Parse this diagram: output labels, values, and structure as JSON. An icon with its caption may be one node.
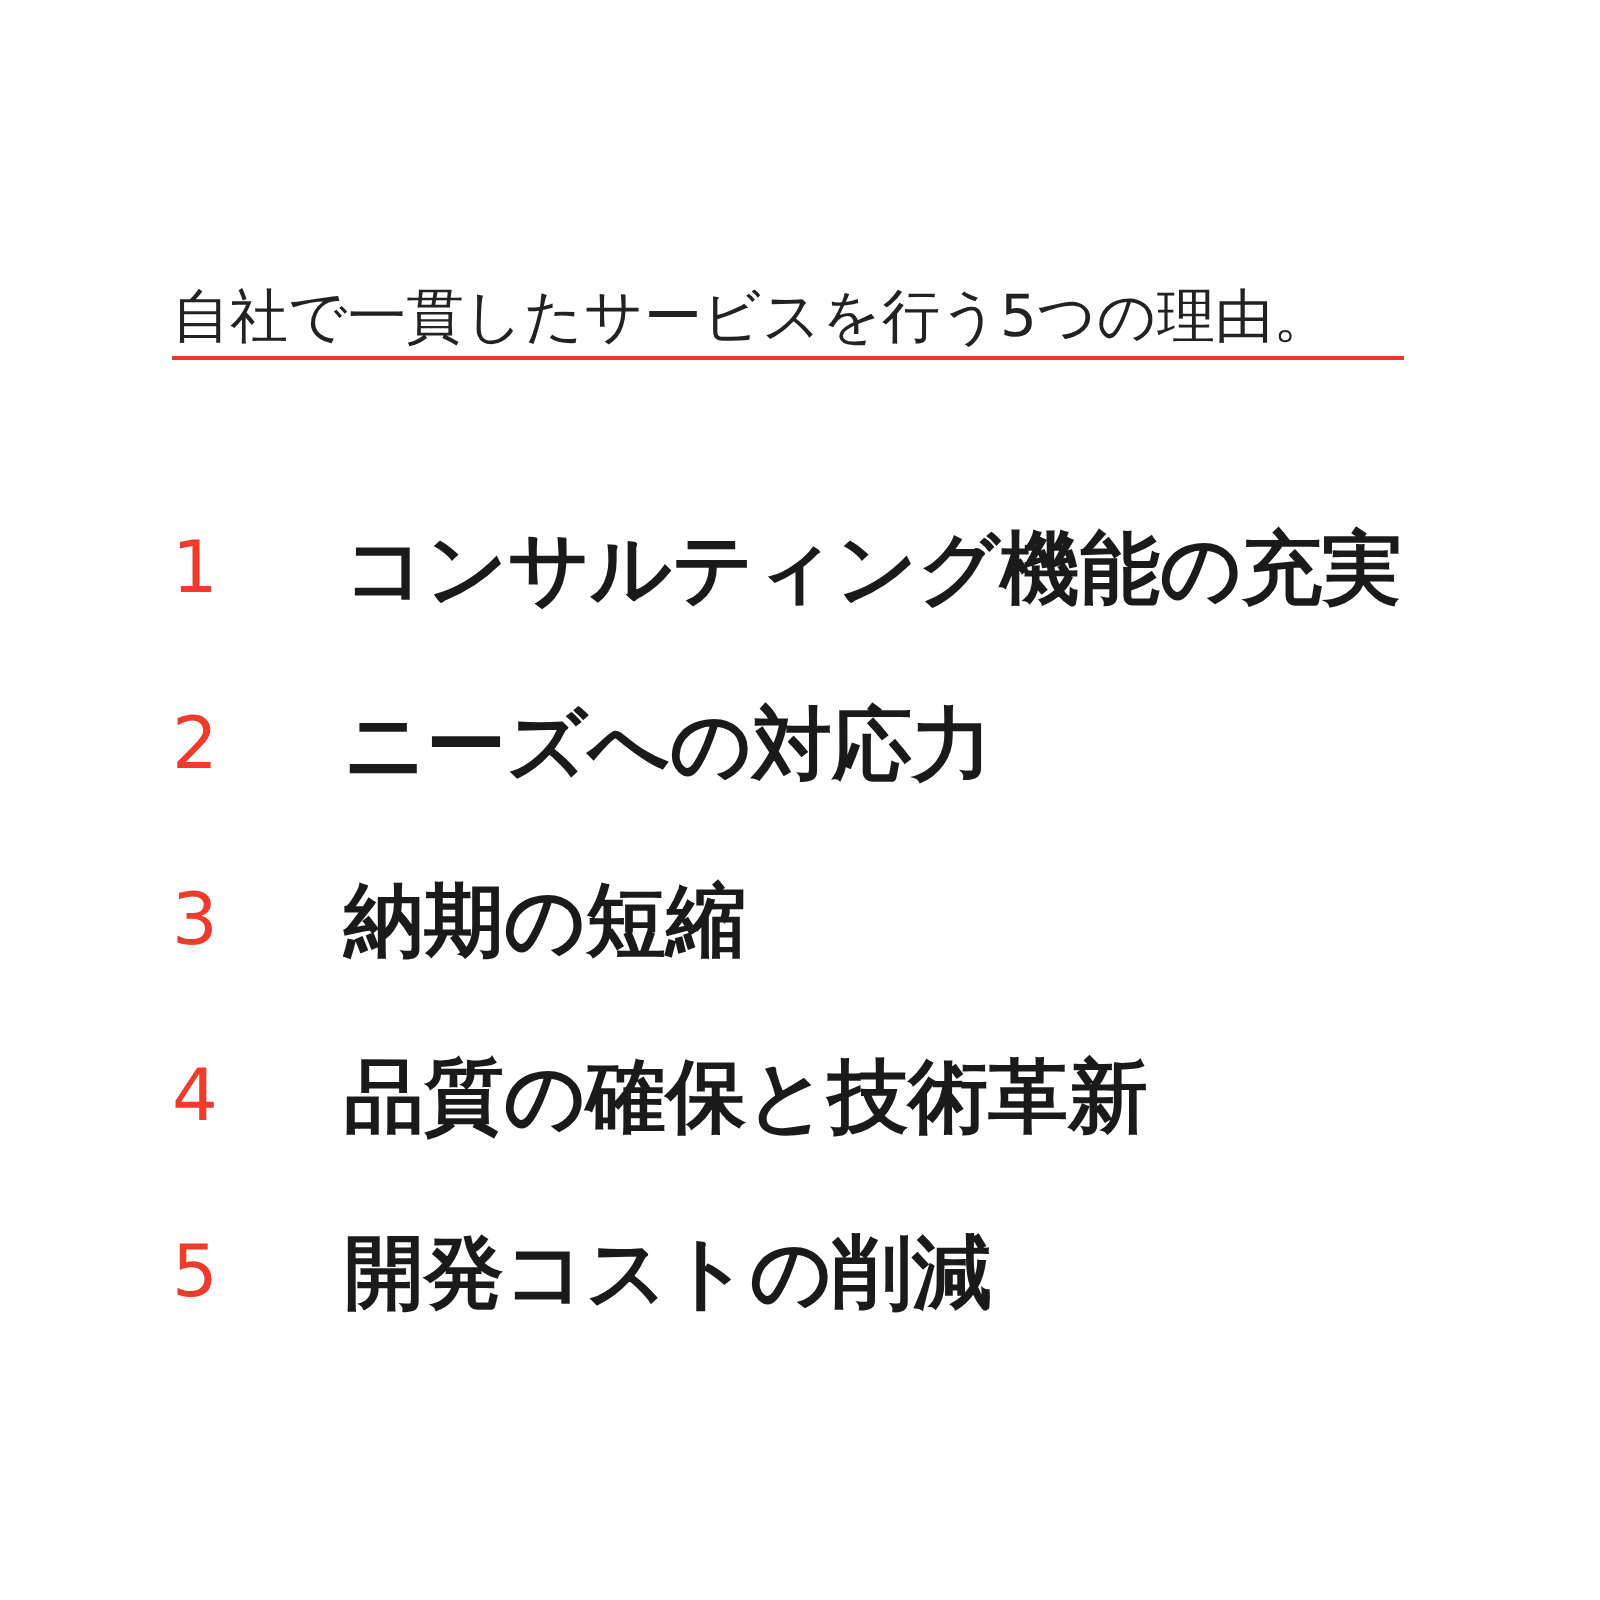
{
  "diagram": {
    "title": "自社で一貫したサービスを行う5つの理由。",
    "labels": [
      "1",
      "コンサルティング機能の充実",
      "2",
      "ニーズへの対応力",
      "3",
      "納期の短縮",
      "4",
      "品質の確保と技術革新",
      "5",
      "開発コストの削減"
    ]
  }
}
